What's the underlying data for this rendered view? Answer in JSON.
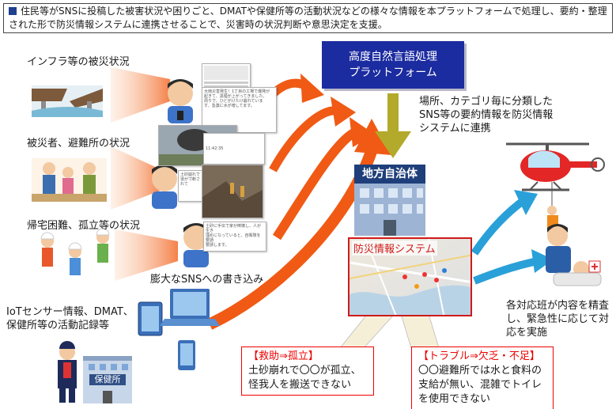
{
  "header": {
    "text": "住民等がSNSに投稿した被害状況や困りごと、DMATや保健所等の活動状況などの様々な情報を本プラットフォームで処理し、要約・整理された形で防災情報システムに連携させることで、災害時の状況判断や意思決定を支援。"
  },
  "sources": {
    "infra": "インフラ等の被災状況",
    "victims": "被災者、避難所の状況",
    "stranded": "帰宅困難、孤立等の状況",
    "iot_line1": "IoTセンサー情報、DMAT、",
    "iot_line2": "保健所等の活動記録等",
    "sns": "膨大なSNSへの書き込み"
  },
  "platform": {
    "line1": "高度自然言語処理",
    "line2": "プラットフォーム"
  },
  "integration_note": {
    "line1": "場所、カテゴリ毎に分類した",
    "line2": "SNS等の要約情報を防災情報",
    "line3": "システムに連携"
  },
  "municipality_sign": "地方自治体",
  "health_center_sign": "保健所",
  "system": {
    "title": "防災情報システム"
  },
  "rescue_box": {
    "tag": "【救助⇒孤立】",
    "line1": "土砂崩れで〇〇が孤立、",
    "line2": "怪我人を搬送できない"
  },
  "trouble_box": {
    "tag": "【トラブル⇒欠乏・不足】",
    "line1": "〇〇避難所では水と食料の",
    "line2": "支給が無い、混雑でトイレ",
    "line3": "を使用できない"
  },
  "response_note": {
    "line1": "各対応班が内容を精査",
    "line2": "し、緊急性に応じて対",
    "line3": "応を実施"
  },
  "posts": {
    "p1_line1": "大雨災害発生！1丁目の工場で爆発が",
    "p1_line2": "起きて、黒煙が上がってきました。",
    "p1_line3": "周りで、ひどがけたけ崩れていま",
    "p1_line4": "す、急激に水が増してます。",
    "p1_time": "11:42:35",
    "p2_line1": "土砂崩れで道が寸断されて",
    "p3_line1": "土砂に手伝で家が倒壊し、人が生き",
    "p3_line2": "埋めになっていると、自衛隊を要請",
    "p3_line3": "要請します。"
  },
  "colors": {
    "header_square": "#1f3f8f",
    "platform_bg": "#1b2ba0",
    "arrow_orange": "#f05a14",
    "arrow_olive": "#b3a92a",
    "arrow_teal": "#2aa0d8",
    "alert_red": "#e00000"
  },
  "icons": [
    "bridge-damage-icon",
    "evacuation-family-icon",
    "stranded-people-icon",
    "sns-user-icon",
    "tablet-icon",
    "laptop-icon",
    "phone-icon",
    "dmat-staff-icon",
    "health-center-building-icon",
    "municipality-building-icon",
    "helicopter-icon",
    "rescue-team-icon",
    "map-icon"
  ]
}
